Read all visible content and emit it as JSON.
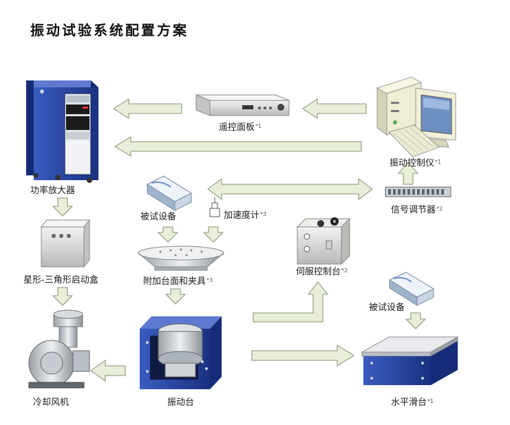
{
  "title": "振动试验系统配置方案",
  "labels": {
    "amplifier": "功率放大器",
    "remote_panel": "遥控面板",
    "remote_panel_note": "*1",
    "controller": "振动控制仪",
    "controller_note": "*1",
    "signal_conditioner": "信号调节器",
    "signal_conditioner_note": "*2",
    "test_object_1": "被试设备",
    "accelerometer": "加速度计",
    "accelerometer_note": "*3",
    "star_delta_box": "星形-三角形启动盒",
    "fixture": "附加台面和夹具",
    "fixture_note": "*3",
    "servo_console": "伺服控制台",
    "servo_console_note": "*2",
    "test_object_2": "被试设备",
    "cooling_fan": "冷却风机",
    "shaker": "振动台",
    "slip_table": "水平滑台",
    "slip_table_note": "*1"
  },
  "colors": {
    "arrow_fill": "#e9eed8",
    "arrow_stroke": "#9aa68c",
    "cabinet_blue": "#22409a",
    "equipment_grey": "#d9d9d9",
    "monitor_beige": "#f1f0d8"
  }
}
